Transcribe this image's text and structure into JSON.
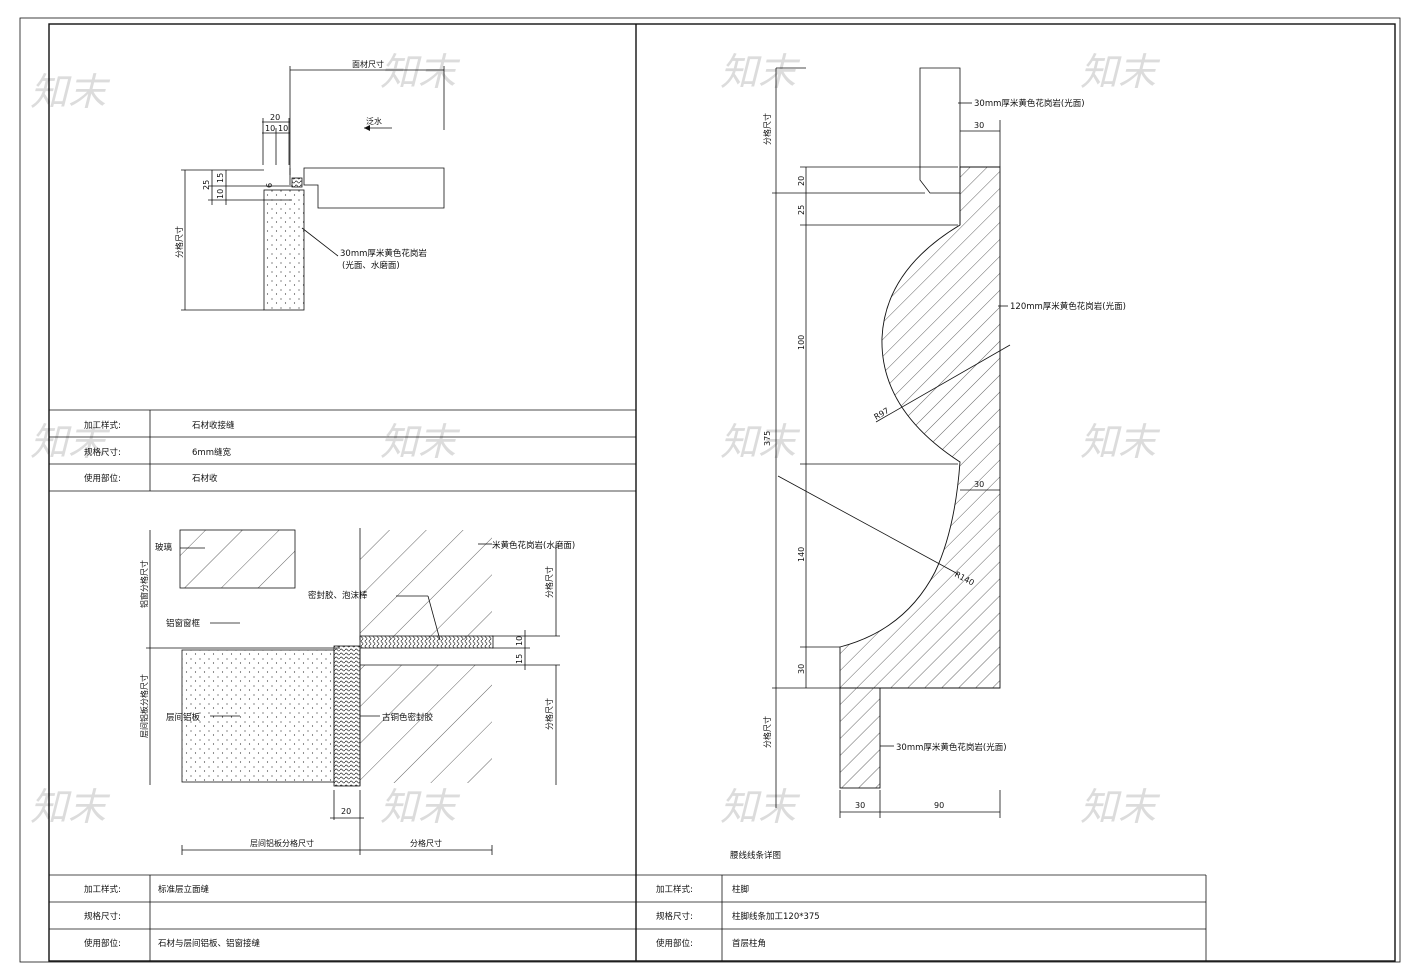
{
  "watermark": "知末",
  "detail_a": {
    "dims": {
      "finish_size": "面材尺寸",
      "w20": "20",
      "w10a": "10",
      "w10b": "10",
      "h25": "25",
      "h15": "15",
      "h10": "10",
      "gap6": "6",
      "left_finish": "分格尺寸"
    },
    "flow_note": "泛水",
    "material_note_1": "30mm厚米黄色花岗岩",
    "material_note_2": "(光面、水磨面)",
    "table": {
      "row1_label": "加工样式:",
      "row1_value": "石材收接缝",
      "row2_label": "规格尺寸:",
      "row2_value": "6mm缝宽",
      "row3_label": "使用部位:",
      "row3_value": "石材收"
    }
  },
  "detail_b": {
    "labels": {
      "top_left": "玻璃",
      "caulk": "密封胶、泡沫棒",
      "frame": "铝窗窗框",
      "mesh": "层间铝板",
      "copper": "古铜色密封胶",
      "stone": "米黄色花岗岩(水磨面)",
      "w20": "20",
      "h10": "10",
      "h15": "15",
      "left_dim_top": "铝窗分格尺寸",
      "left_dim_bottom": "层间铝板分格尺寸",
      "right_dim_top": "分格尺寸",
      "right_dim_bottom": "分格尺寸",
      "bottom_left_dim": "层间铝板分格尺寸",
      "bottom_right_dim": "分格尺寸"
    },
    "table": {
      "row1_label": "加工样式:",
      "row1_value": "标准层立面缝",
      "row2_label": "规格尺寸:",
      "row2_value": "",
      "row3_label": "使用部位:",
      "row3_value": "石材与层间铝板、铝窗接缝"
    }
  },
  "detail_c": {
    "notes": {
      "top_stone": "30mm厚米黄色花岗岩(光面)",
      "main_stone": "120mm厚米黄色花岗岩(光面)",
      "bottom_stone": "30mm厚米黄色花岗岩(光面)",
      "r97": "R97",
      "r140": "R140"
    },
    "dims": {
      "top_finish": "分格尺寸",
      "d30_top": "30",
      "d20": "20",
      "d25": "25",
      "d100": "100",
      "d375": "375",
      "d30_mid": "30",
      "d140": "140",
      "d30_bottom": "30",
      "bottom_finish": "分格尺寸",
      "w30": "30",
      "w90": "90"
    },
    "caption": "腰线线条详图",
    "table": {
      "row1_label": "加工样式:",
      "row1_value": "柱脚",
      "row2_label": "规格尺寸:",
      "row2_value": "柱脚线条加工120*375",
      "row3_label": "使用部位:",
      "row3_value": "首层柱角"
    }
  }
}
